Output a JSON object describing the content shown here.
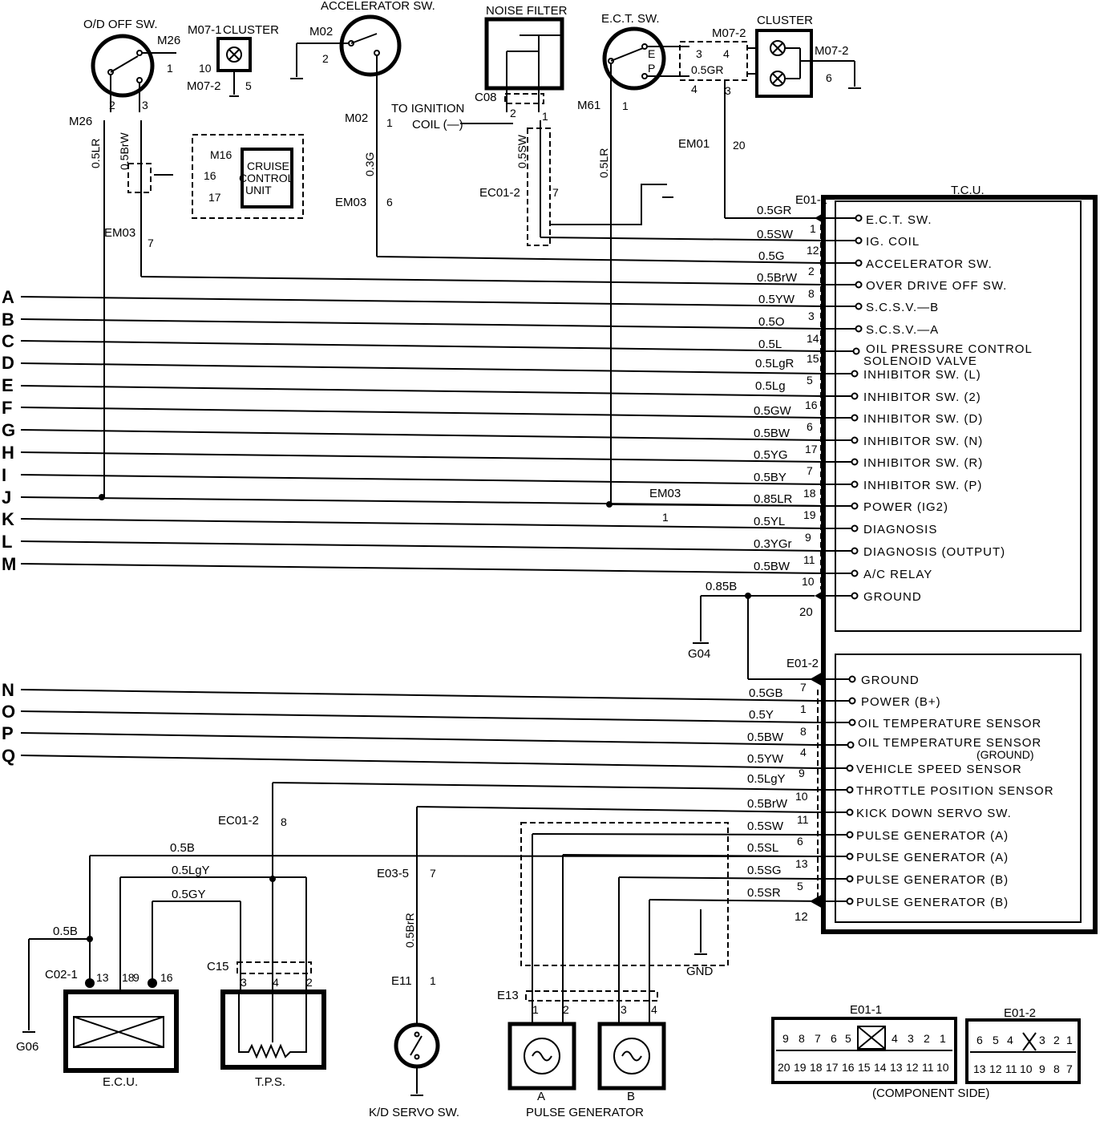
{
  "tcu": {
    "title": "T.C.U.",
    "connector1": "E01-1",
    "connector2": "E01-2",
    "pins1": [
      {
        "wire": "0.5GR",
        "pin": "",
        "signal": "E.C.T. SW."
      },
      {
        "wire": "0.5SW",
        "pin": "1",
        "signal": "IG. COIL"
      },
      {
        "wire": "0.5G",
        "pin": "12",
        "signal": "ACCELERATOR SW."
      },
      {
        "wire": "0.5BrW",
        "pin": "2",
        "signal": "OVER DRIVE OFF SW."
      },
      {
        "wire": "0.5YW",
        "pin": "8",
        "signal": "S.C.S.V.—B"
      },
      {
        "wire": "0.5O",
        "pin": "3",
        "signal": "S.C.S.V.—A"
      },
      {
        "wire": "0.5L",
        "pin": "14",
        "signal": "OIL PRESSURE CONTROL",
        "signal2": "SOLENOID VALVE"
      },
      {
        "wire": "0.5LgR",
        "pin": "15",
        "signal": "INHIBITOR SW. (L)"
      },
      {
        "wire": "0.5Lg",
        "pin": "5",
        "signal": "INHIBITOR SW. (2)"
      },
      {
        "wire": "0.5GW",
        "pin": "16",
        "signal": "INHIBITOR SW. (D)"
      },
      {
        "wire": "0.5BW",
        "pin": "6",
        "signal": "INHIBITOR SW. (N)"
      },
      {
        "wire": "0.5YG",
        "pin": "17",
        "signal": "INHIBITOR SW. (R)"
      },
      {
        "wire": "0.5BY",
        "pin": "7",
        "signal": "INHIBITOR SW. (P)"
      },
      {
        "wire": "0.85LR",
        "pin": "18",
        "signal": "POWER (IG2)"
      },
      {
        "wire": "0.5YL",
        "pin": "19",
        "signal": "DIAGNOSIS"
      },
      {
        "wire": "0.3YGr",
        "pin": "9",
        "signal": "DIAGNOSIS (OUTPUT)"
      },
      {
        "wire": "0.5BW",
        "pin": "11",
        "signal": "A/C RELAY"
      },
      {
        "wire": "0.85B",
        "pin": "10",
        "signal": "GROUND"
      }
    ],
    "ground_pin1": "20",
    "pins2": [
      {
        "wire": "",
        "pin": "",
        "signal": "GROUND"
      },
      {
        "wire": "0.5GB",
        "pin": "7",
        "signal": "POWER (B+)"
      },
      {
        "wire": "0.5Y",
        "pin": "1",
        "signal": "OIL TEMPERATURE SENSOR"
      },
      {
        "wire": "0.5BW",
        "pin": "8",
        "signal": "OIL TEMPERATURE SENSOR",
        "signal2": "(GROUND)"
      },
      {
        "wire": "0.5YW",
        "pin": "4",
        "signal": "VEHICLE SPEED SENSOR"
      },
      {
        "wire": "0.5LgY",
        "pin": "9",
        "signal": "THROTTLE POSITION SENSOR"
      },
      {
        "wire": "0.5BrW",
        "pin": "10",
        "signal": "KICK DOWN SERVO SW."
      },
      {
        "wire": "0.5SW",
        "pin": "11",
        "signal": "PULSE GENERATOR (A)"
      },
      {
        "wire": "0.5SL",
        "pin": "6",
        "signal": "PULSE GENERATOR (A)"
      },
      {
        "wire": "0.5SG",
        "pin": "13",
        "signal": "PULSE GENERATOR (B)"
      },
      {
        "wire": "0.5SR",
        "pin": "5",
        "signal": "PULSE GENERATOR (B)"
      }
    ],
    "ground_pin2": "12"
  },
  "left_letters_top": [
    "A",
    "B",
    "C",
    "D",
    "E",
    "F",
    "G",
    "H",
    "I",
    "J",
    "K",
    "L",
    "M"
  ],
  "left_letters_bottom": [
    "N",
    "O",
    "P",
    "Q"
  ],
  "components": {
    "od_sw": "O/D OFF SW.",
    "accel_sw": "ACCELERATOR SW.",
    "noise_filter": "NOISE FILTER",
    "ect_sw": "E.C.T. SW.",
    "cluster": "CLUSTER",
    "cruise1": "CRUISE",
    "cruise2": "CONTROL",
    "cruise3": "UNIT",
    "ign1": "TO IGNITION",
    "ign2": "COIL (—)",
    "ecu": "E.C.U.",
    "tps": "T.P.S.",
    "kd_sw": "K/D SERVO SW.",
    "pg_a": "A",
    "pg_b": "B",
    "pulse_gen": "PULSE GENERATOR",
    "gnd": "GND",
    "component_side": "(COMPONENT SIDE)"
  },
  "labels": {
    "m26": "M26",
    "m26_1": "1",
    "m07_1": "M07-1",
    "pin10": "10",
    "m07_2a": "M07-2",
    "pin5": "5",
    "m26b": "M26",
    "p2": "2",
    "p3": "3",
    "w_05lr": "0.5LR",
    "w_05brw": "0.5BrW",
    "m16": "M16",
    "c16": "16",
    "c17": "17",
    "em03a": "EM03",
    "p7": "7",
    "m02": "M02",
    "m02_2": "2",
    "m02b": "M02",
    "m02_1": "1",
    "w_03g": "0.3G",
    "em03b": "EM03",
    "p6": "6",
    "c08": "C08",
    "c08_2": "2",
    "c08_1": "1",
    "w_05sw": "0.5SW",
    "ec01_2": "EC01-2",
    "ec_7": "7",
    "m61": "M61",
    "m61_1": "1",
    "w_05lr2": "0.5LR",
    "m07_2b": "M07-2",
    "cl3": "3",
    "cl4": "4",
    "w_05gr": "0.5GR",
    "cl4b": "4",
    "cl3b": "3",
    "m07_2c": "M07-2",
    "p6b": "6",
    "em01": "EM01",
    "p20": "20",
    "ect_e": "E",
    "ect_p": "P",
    "em03c": "EM03",
    "em03c_1": "1",
    "g04": "G04",
    "ec01_2b": "EC01-2",
    "ec01_8": "8",
    "w_05b": "0.5B",
    "w_05lgy": "0.5LgY",
    "w_05gy": "0.5GY",
    "w_05b2": "0.5B",
    "c02": "C02-1",
    "e13": "13",
    "e18": "18",
    "e9": "9",
    "e16": "16",
    "g06": "G06",
    "c15": "C15",
    "t3": "3",
    "t4": "4",
    "t2": "2",
    "e03": "E03-5",
    "e03_7": "7",
    "w_05brr": "0.5BrR",
    "e11": "E11",
    "e11_1": "1",
    "e13c": "E13",
    "pg1": "1",
    "pg2": "2",
    "pg3": "3",
    "pg4": "4"
  },
  "connector_views": {
    "e01_1_top": [
      "9",
      "8",
      "7",
      "6",
      "5",
      "",
      "4",
      "3",
      "2",
      "1"
    ],
    "e01_1_bottom": [
      "20",
      "19",
      "18",
      "17",
      "16",
      "15",
      "14",
      "13",
      "12",
      "11",
      "10"
    ],
    "e01_2_top": [
      "6",
      "5",
      "4",
      "",
      "3",
      "2",
      "1"
    ],
    "e01_2_bottom": [
      "13",
      "12",
      "11",
      "10",
      "9",
      "8",
      "7"
    ]
  }
}
